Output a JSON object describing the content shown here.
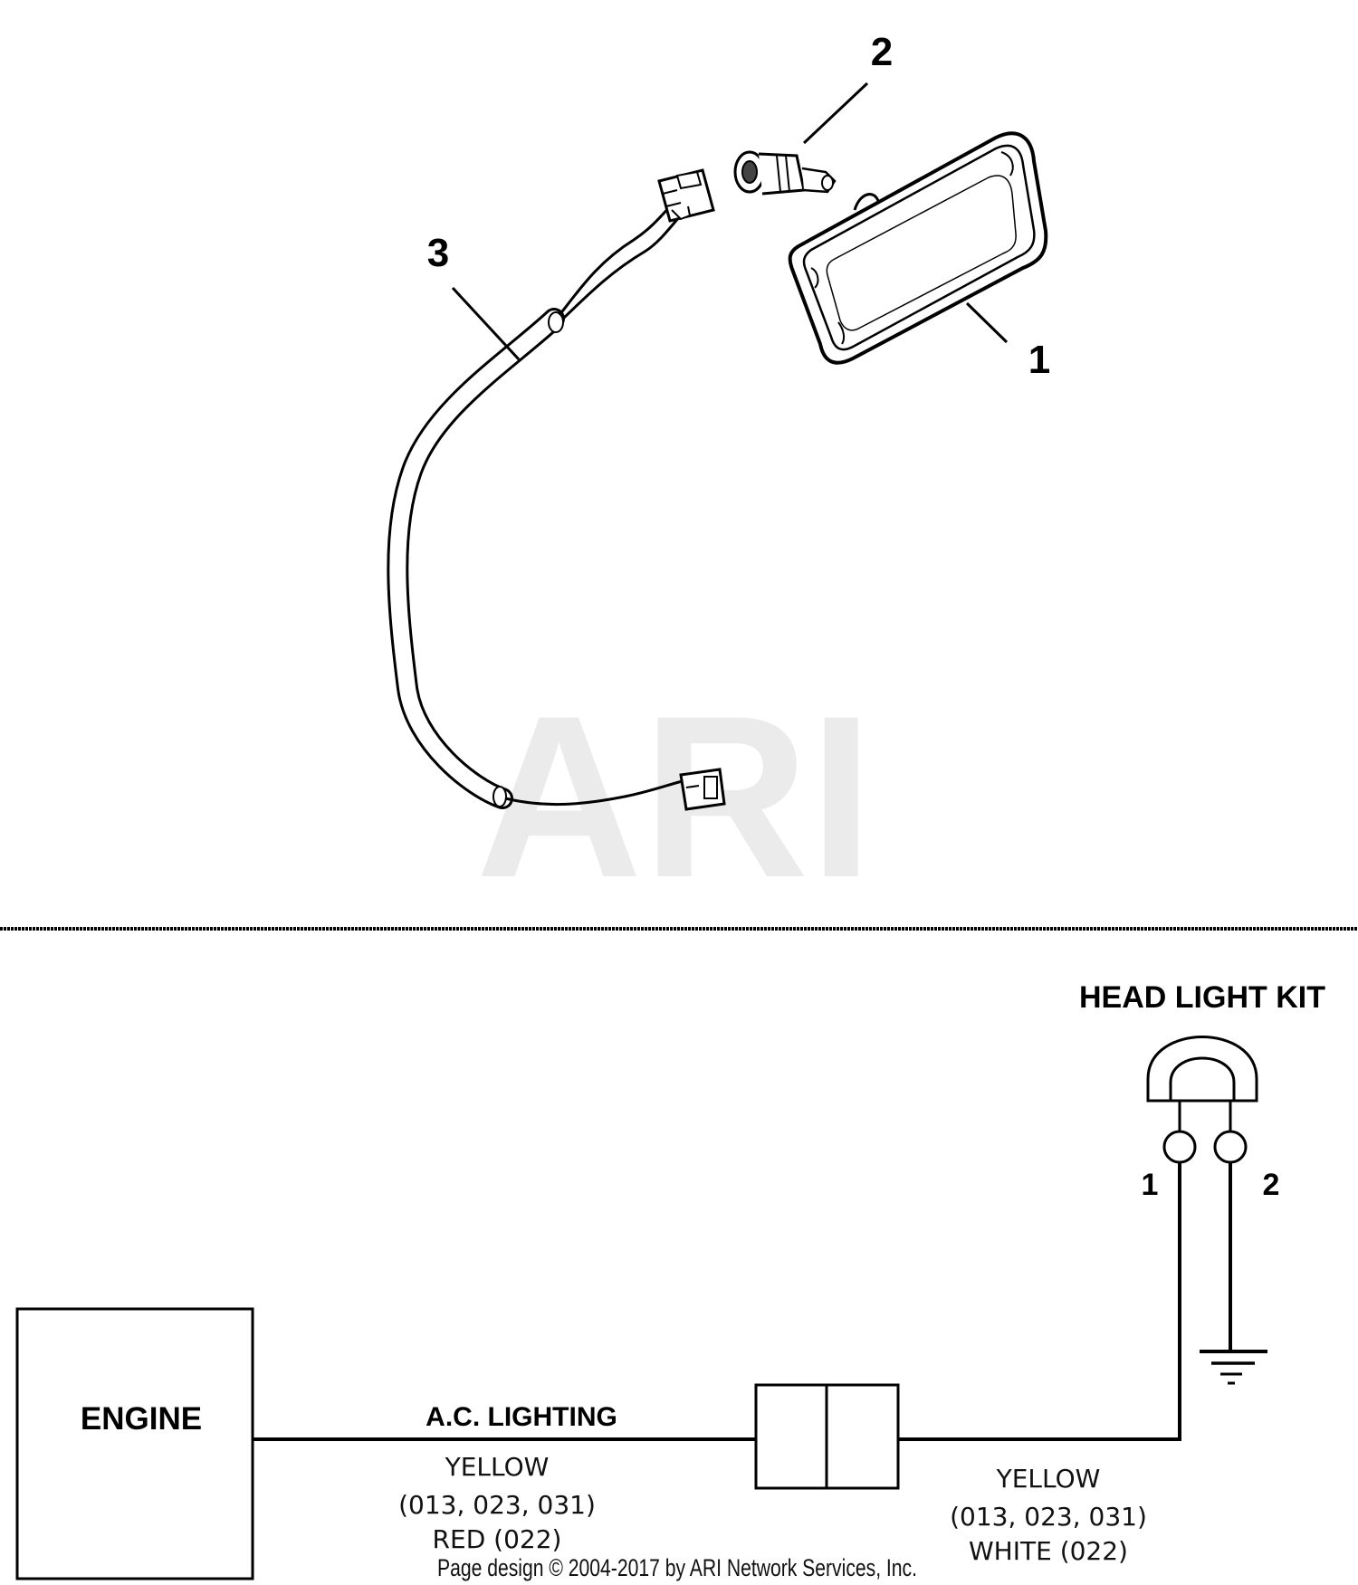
{
  "watermark": "ARI",
  "callouts": {
    "lamp_housing": "1",
    "bulb_socket": "2",
    "harness": "3"
  },
  "schematic": {
    "kit_title": "HEAD LIGHT KIT",
    "terminal_1": "1",
    "terminal_2": "2",
    "engine_label": "ENGINE",
    "circuit_label": "A.C. LIGHTING",
    "left_wire": {
      "color": "YELLOW",
      "codes": "(013, 023, 031)",
      "alt": "RED (022)"
    },
    "right_wire": {
      "color": "YELLOW",
      "codes": "(013, 023, 031)",
      "alt": "WHITE (022)"
    }
  },
  "footer": "Page design © 2004-2017 by ARI Network Services, Inc."
}
